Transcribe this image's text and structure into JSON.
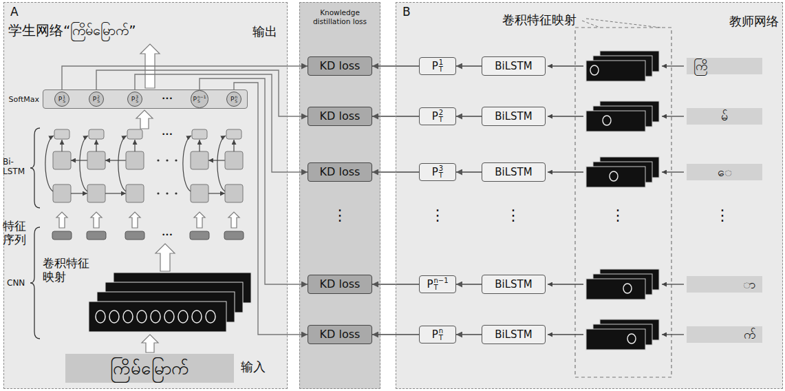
{
  "diagram": {
    "nodes": [
      {
        "text": [
          "A"
        ]
      },
      {
        "text": [
          "SoftMax"
        ],
        "in": 0
      },
      {
        "text": [
          "P",
          "1",
          "S"
        ],
        "in": 1
      },
      {
        "text": [
          "P",
          "2",
          "S"
        ],
        "in": 1
      },
      {
        "text": [
          "P",
          "3",
          "S"
        ],
        "in": 1
      },
      {
        "text": [
          "P",
          "n−1",
          "S"
        ],
        "in": 1
      },
      {
        "text": [
          "P",
          "n",
          "S"
        ],
        "in": 1
      },
      {
        "text": [
          "ကြိမ်မြောက်"
        ],
        "in": 0
      },
      {
        "text": [
          "Knowledge distillation loss"
        ]
      },
      {
        "text": [
          "KD loss"
        ],
        "in": 8
      },
      {
        "text": [
          "KD loss"
        ],
        "in": 8
      },
      {
        "text": [
          "KD loss"
        ],
        "in": 8
      },
      {
        "text": [
          "KD loss"
        ],
        "in": 8
      },
      {
        "text": [
          "KD loss"
        ],
        "in": 8
      },
      {
        "text": [
          "B"
        ]
      },
      {
        "text": [
          "P",
          "1",
          "T"
        ],
        "in": 14
      },
      {
        "text": [
          "BiLSTM"
        ],
        "in": 14
      },
      {
        "text": [
          "ကြိ"
        ],
        "in": 14
      },
      {
        "text": [
          "P",
          "2",
          "T"
        ],
        "in": 14
      },
      {
        "text": [
          "BiLSTM"
        ],
        "in": 14
      },
      {
        "text": [
          "မ်"
        ],
        "in": 14
      },
      {
        "text": [
          "P",
          "3",
          "T"
        ],
        "in": 14
      },
      {
        "text": [
          "BiLSTM"
        ],
        "in": 14
      },
      {
        "text": [
          "ေ"
        ],
        "in": 14
      },
      {
        "text": [
          "P",
          "n−1",
          "T"
        ],
        "in": 14
      },
      {
        "text": [
          "BiLSTM"
        ],
        "in": 14
      },
      {
        "text": [
          "ာ"
        ],
        "in": 14
      },
      {
        "text": [
          "P",
          "n",
          "T"
        ],
        "in": 14
      },
      {
        "text": [
          "BiLSTM"
        ],
        "in": 14
      },
      {
        "text": [
          "က်"
        ],
        "in": 14
      }
    ],
    "edges": [
      {
        "from": 1,
        "to": 9,
        "arrow": "to"
      },
      {
        "from": 1,
        "to": 10,
        "arrow": "to"
      },
      {
        "from": 1,
        "to": 11,
        "arrow": "to"
      },
      {
        "from": 1,
        "to": 12,
        "arrow": "to"
      },
      {
        "from": 1,
        "to": 13,
        "arrow": "to"
      },
      {
        "from": 15,
        "to": 9,
        "arrow": "to"
      },
      {
        "from": 16,
        "to": 15,
        "arrow": "to"
      },
      {
        "from": 18,
        "to": 10,
        "arrow": "to"
      },
      {
        "from": 19,
        "to": 18,
        "arrow": "to"
      },
      {
        "from": 21,
        "to": 11,
        "arrow": "to"
      },
      {
        "from": 22,
        "to": 21,
        "arrow": "to"
      },
      {
        "from": 24,
        "to": 12,
        "arrow": "to"
      },
      {
        "from": 25,
        "to": 24,
        "arrow": "to"
      },
      {
        "from": 27,
        "to": 13,
        "arrow": "to"
      },
      {
        "from": 28,
        "to": 27,
        "arrow": "to"
      }
    ],
    "labels": [
      "学生网络“ကြိမ်မြောက်”",
      "输出",
      "Bi-LSTM",
      "特征序列",
      "CNN",
      "卷积特征映射",
      "输入",
      "卷积特征映射",
      "教师网络",
      "⋮",
      "⋮",
      "⋮",
      "⋮",
      "⋮",
      "•••",
      "•••",
      "•••"
    ]
  }
}
